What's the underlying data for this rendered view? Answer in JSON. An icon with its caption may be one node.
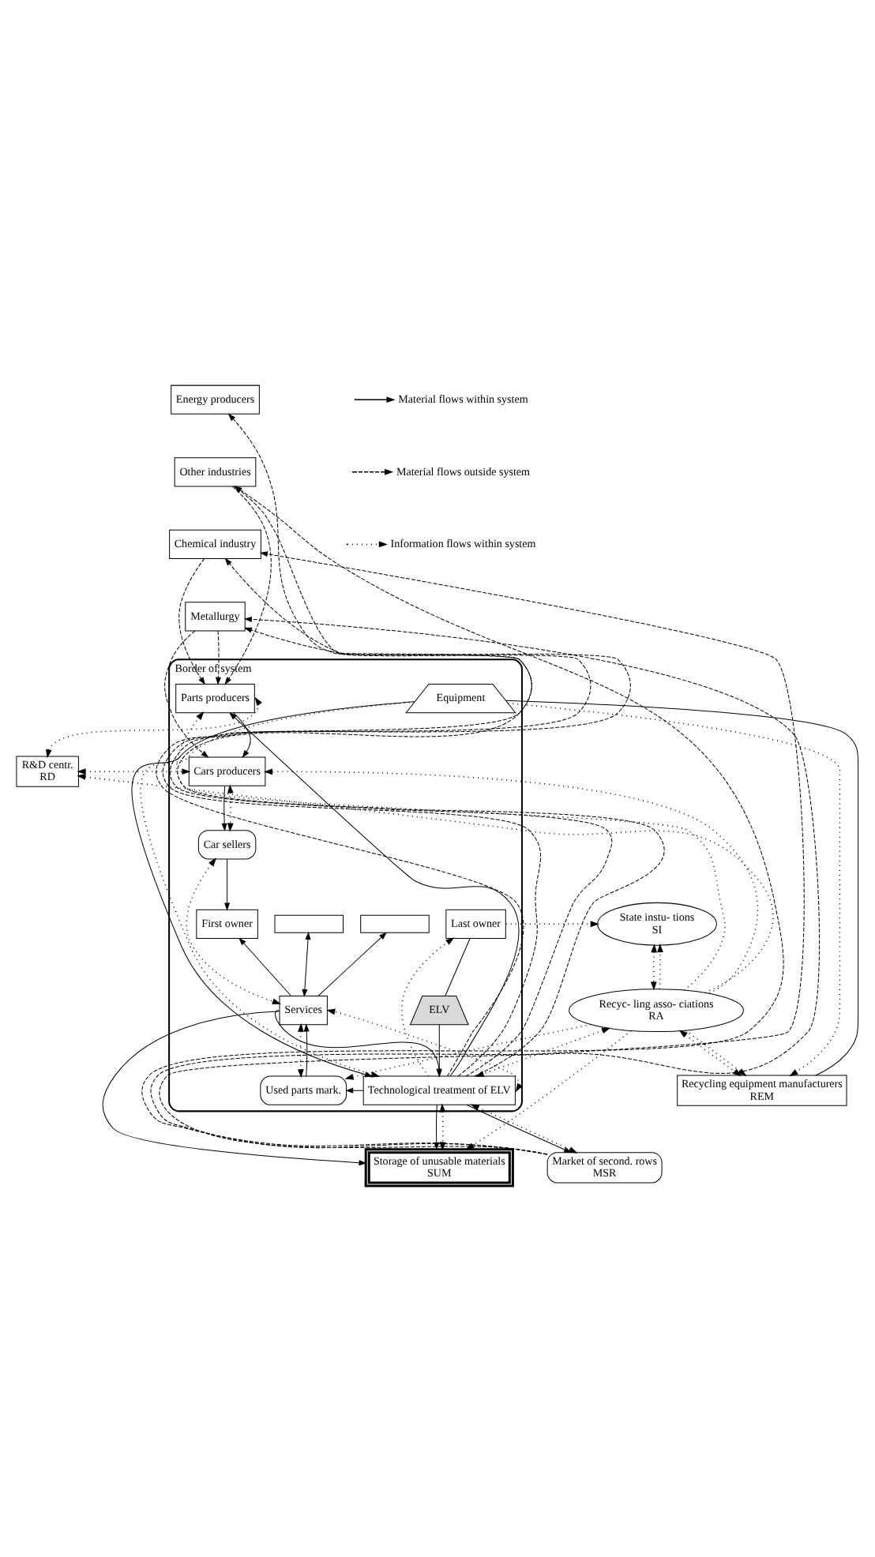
{
  "diagram": {
    "nodes": [
      {
        "text": [
          "Energy producers"
        ]
      },
      {
        "text": [
          "Other industries"
        ]
      },
      {
        "text": [
          "Chemical industry"
        ]
      },
      {
        "text": [
          "Metallurgy"
        ]
      },
      {
        "text": [
          "Border of system"
        ]
      },
      {
        "text": [
          "Parts producers"
        ],
        "in": 4
      },
      {
        "text": [
          "R&D centr.",
          "RD"
        ]
      },
      {
        "text": [
          "Cars producers"
        ],
        "in": 4
      },
      {
        "text": [
          "Car sellers"
        ],
        "in": 4
      },
      {
        "text": [
          "State instu- tions",
          "SI"
        ]
      },
      {
        "text": [
          "First owner"
        ],
        "in": 4
      },
      {
        "text": [],
        "shape": "box",
        "in": 4
      },
      {
        "text": [],
        "shape": "box",
        "in": 4
      },
      {
        "text": [
          "Last owner"
        ],
        "in": 4
      },
      {
        "text": [
          "Services"
        ],
        "in": 4
      },
      {
        "text": [
          "ELV"
        ],
        "in": 4
      },
      {
        "text": [
          "Used parts mark."
        ],
        "in": 4
      },
      {
        "text": [
          "Recyc- ling asso- ciations",
          "RA"
        ]
      },
      {
        "text": [
          "Technological treatment of ELV"
        ],
        "in": 4
      },
      {
        "text": [
          "Market of second. rows",
          "MSR"
        ]
      },
      {
        "text": [
          "Recycling equipment manufacturers",
          "REM"
        ]
      },
      {
        "text": [
          "Equipment"
        ],
        "in": 4
      },
      {
        "text": [
          "Storage of unusable materials",
          "SUM"
        ]
      }
    ],
    "edges": [
      {
        "from": 18,
        "to": 0,
        "arrow": "to",
        "style": "dashed"
      },
      {
        "from": 18,
        "to": 1,
        "arrow": "to",
        "style": "dashed"
      },
      {
        "from": 18,
        "to": 2,
        "arrow": "to",
        "style": "dashed"
      },
      {
        "from": 18,
        "to": 3,
        "arrow": "to",
        "style": "dashed"
      },
      {
        "from": 19,
        "to": 1,
        "arrow": "to",
        "style": "dashed"
      },
      {
        "from": 19,
        "to": 2,
        "arrow": "to",
        "style": "dashed"
      },
      {
        "from": 19,
        "to": 3,
        "arrow": "to",
        "style": "dashed"
      },
      {
        "from": 1,
        "to": 5,
        "arrow": "to",
        "style": "dashed"
      },
      {
        "from": 2,
        "to": 5,
        "arrow": "to",
        "style": "dashed"
      },
      {
        "from": 3,
        "to": 7,
        "arrow": "to",
        "style": "dashed"
      },
      {
        "from": 3,
        "to": 5,
        "arrow": "to",
        "style": "dashed"
      },
      {
        "from": 18,
        "to": 5,
        "arrow": "to"
      },
      {
        "from": 5,
        "to": 7,
        "arrow": "to"
      },
      {
        "from": 7,
        "to": 8,
        "arrow": "to"
      },
      {
        "from": 8,
        "to": 10,
        "arrow": "to"
      },
      {
        "from": 14,
        "to": 10,
        "arrow": "to"
      },
      {
        "from": 11,
        "to": 14,
        "arrow": "both"
      },
      {
        "from": 14,
        "to": 12,
        "arrow": "to"
      },
      {
        "from": 13,
        "to": 15,
        "arrow": "none"
      },
      {
        "from": 15,
        "to": 18,
        "arrow": "to"
      },
      {
        "from": 14,
        "to": 18,
        "arrow": "to"
      },
      {
        "from": 18,
        "to": 16,
        "arrow": "to"
      },
      {
        "from": 16,
        "to": 14,
        "arrow": "to"
      },
      {
        "from": 18,
        "to": 19,
        "arrow": "to"
      },
      {
        "from": 18,
        "to": 22,
        "arrow": "to"
      },
      {
        "from": 14,
        "to": 22,
        "arrow": "to"
      },
      {
        "from": 21,
        "to": 18,
        "arrow": "to"
      },
      {
        "from": 20,
        "to": 21,
        "arrow": "none"
      },
      {
        "from": 5,
        "to": 6,
        "arrow": "both",
        "style": "dashed"
      },
      {
        "from": 6,
        "to": 7,
        "arrow": "both",
        "style": "dashed"
      },
      {
        "from": 7,
        "to": 8,
        "arrow": "both",
        "style": "dashed"
      },
      {
        "from": 8,
        "to": 14,
        "arrow": "both",
        "style": "dashed"
      },
      {
        "from": 14,
        "to": 16,
        "arrow": "both",
        "style": "dashed"
      },
      {
        "from": 18,
        "to": 14,
        "arrow": "both",
        "style": "dashed"
      },
      {
        "from": 18,
        "to": 19,
        "arrow": "both",
        "style": "dashed"
      },
      {
        "from": 18,
        "to": 22,
        "arrow": "both",
        "style": "dashed"
      },
      {
        "from": 17,
        "to": 18,
        "arrow": "both",
        "style": "dashed"
      },
      {
        "from": 9,
        "to": 17,
        "arrow": "both",
        "style": "dashed"
      },
      {
        "from": 17,
        "to": 20,
        "arrow": "both",
        "style": "dashed"
      },
      {
        "from": 13,
        "to": 9,
        "arrow": "to",
        "style": "dashed"
      },
      {
        "from": 18,
        "to": 13,
        "arrow": "to",
        "style": "dashed"
      },
      {
        "from": 17,
        "to": 16,
        "arrow": "to",
        "style": "dashed"
      },
      {
        "from": 21,
        "to": 20,
        "arrow": "to",
        "style": "dashed"
      },
      {
        "from": 21,
        "to": 18,
        "arrow": "to",
        "style": "dashed"
      },
      {
        "from": 17,
        "to": 5,
        "arrow": "to",
        "style": "dashed"
      },
      {
        "from": 17,
        "to": 7,
        "arrow": "to",
        "style": "dashed"
      },
      {
        "from": 17,
        "to": 6,
        "arrow": "to",
        "style": "dashed"
      },
      {
        "from": 17,
        "to": 9,
        "arrow": "to",
        "style": "dashed"
      },
      {
        "from": 17,
        "to": 20,
        "arrow": "to",
        "style": "dashed"
      },
      {
        "from": 17,
        "to": 22,
        "arrow": "to",
        "style": "dashed"
      }
    ],
    "legend": [
      {
        "text": "Material flows within system"
      },
      {
        "text": "Material flows outside system"
      },
      {
        "text": "Information flows within system"
      }
    ]
  }
}
